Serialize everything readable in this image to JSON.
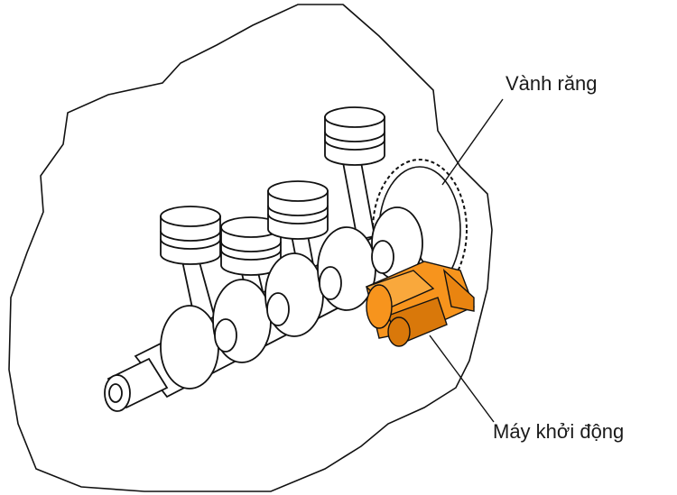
{
  "labels": {
    "ring_gear": "Vành răng",
    "starter_motor": "Máy khởi động"
  },
  "colors": {
    "line": "#111111",
    "fill": "#ffffff",
    "starter": "#f7941d",
    "starter_dark": "#d9780a"
  },
  "icons": {
    "crankshaft": "crankshaft-illustration",
    "piston": "piston-illustration",
    "ring_gear": "ring-gear-illustration",
    "starter": "starter-motor-illustration"
  }
}
